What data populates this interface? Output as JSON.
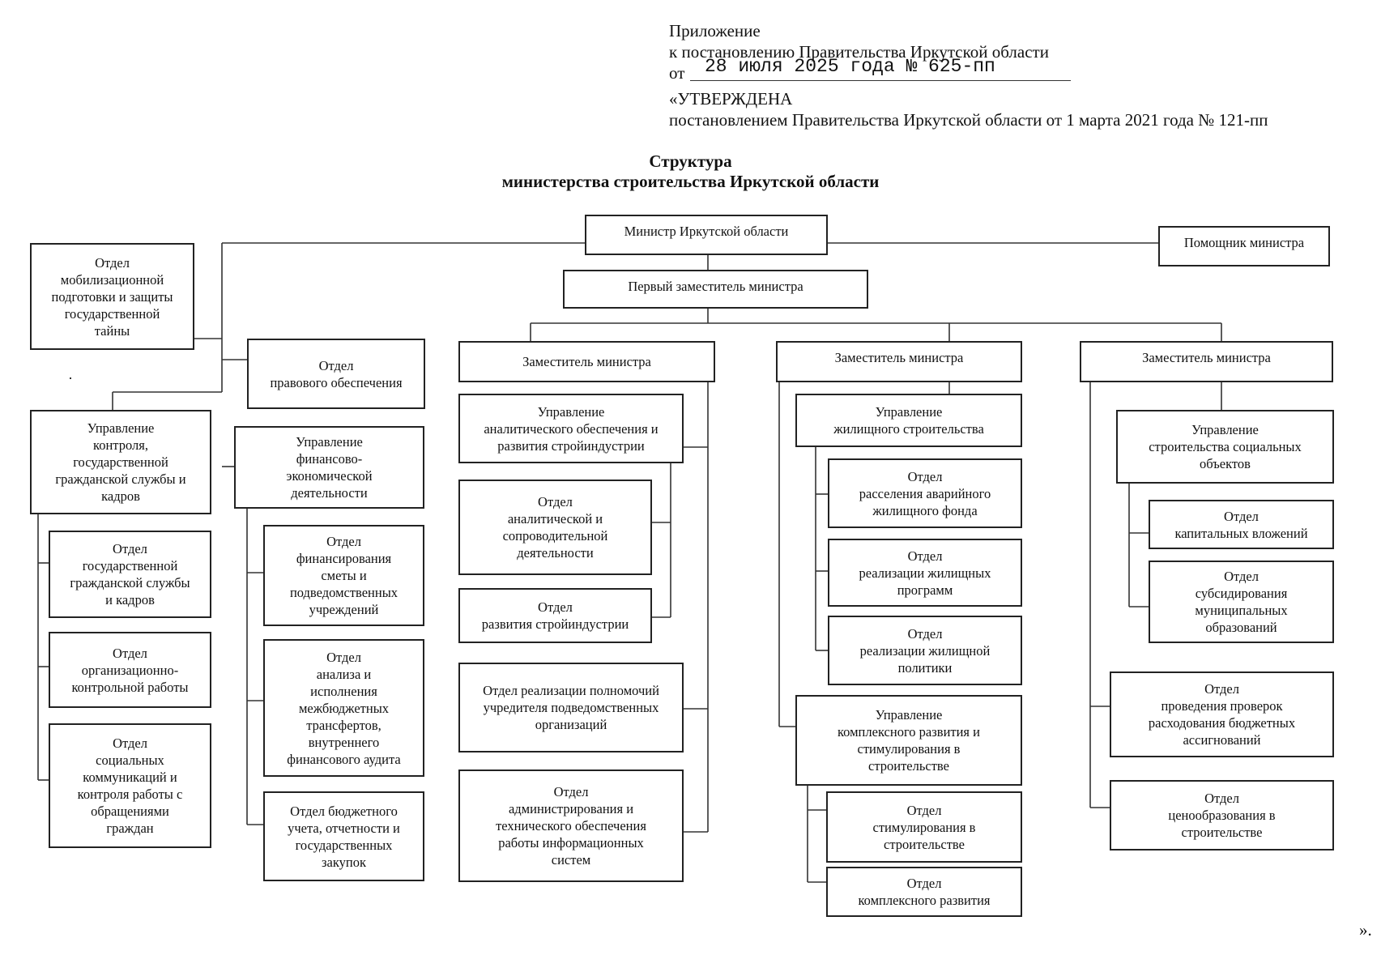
{
  "header": {
    "line1": "Приложение",
    "line2": "к постановлению Правительства Иркутской области",
    "date_prefix": "от",
    "date_handwritten": "28 июля 2025 года № 625-пп",
    "approved": "«УТВЕРЖДЕНА",
    "approved_by": "постановлением Правительства Иркутской области от 1 марта 2021 года № 121-пп"
  },
  "title": {
    "line1": "Структура",
    "line2": "министерства строительства Иркутской области"
  },
  "boxes": {
    "minister": "Министр Иркутской области",
    "assistant": "Помощник министра",
    "first_deputy": "Первый заместитель министра",
    "mob": "Отдел\nмобилизационной\nподготовки и защиты\nгосударственной\nтайны",
    "legal": "Отдел\nправового обеспечения",
    "control": "Управление\nконтроля,\nгосударственной\nгражданской службы и\nкадров",
    "civil_service": "Отдел\nгосударственной\nгражданской службы\nи кадров",
    "org_control": "Отдел\nорганизационно-\nконтрольной работы",
    "social": "Отдел\nсоциальных\nкоммуникаций и\nконтроля работы с\nобращениями\nграждан",
    "fin_econ": "Управление\nфинансово-\nэкономической\nдеятельности",
    "financing": "Отдел\nфинансирования\nсметы и\nподведомственных\nучреждений",
    "analysis": "Отдел\nанализа и\nисполнения\nмежбюджетных\nтрансфертов,\nвнутреннего\nфинансового аудита",
    "budget": "Отдел бюджетного\nучета, отчетности и\nгосударственных\nзакупок",
    "deputy1": "Заместитель министра",
    "analytic_mgmt": "Управление\nаналитического обеспечения и\nразвития стройиндустрии",
    "analytic_dept": "Отдел\nаналитической и\nсопроводительной\nдеятельности",
    "industry": "Отдел\nразвития стройиндустрии",
    "founder": "Отдел реализации полномочий\nучредителя подведомственных\nорганизаций",
    "is_admin": "Отдел\nадминистрирования и\nтехнического обеспечения\nработы информационных\nсистем",
    "deputy2": "Заместитель министра",
    "housing": "Управление\nжилищного строительства",
    "resettle": "Отдел\nрасселения аварийного\nжилищного фонда",
    "housing_prog": "Отдел\nреализации жилищных\nпрограмм",
    "housing_policy": "Отдел\nреализации жилищной\nполитики",
    "complex_mgmt": "Управление\nкомплексного развития и\nстимулирования в\nстроительстве",
    "stimulus": "Отдел\nстимулирования в\nстроительстве",
    "complex_dept": "Отдел\nкомплексного развития",
    "deputy3": "Заместитель министра",
    "social_obj": "Управление\nстроительства социальных\nобъектов",
    "capital": "Отдел\nкапитальных вложений",
    "subsidy": "Отдел\nсубсидирования\nмуниципальных\nобразований",
    "audit": "Отдел\nпроведения проверок\nрасходования бюджетных\nассигнований",
    "pricing": "Отдел\nценообразования в\nстроительстве"
  },
  "closing_mark": "»."
}
